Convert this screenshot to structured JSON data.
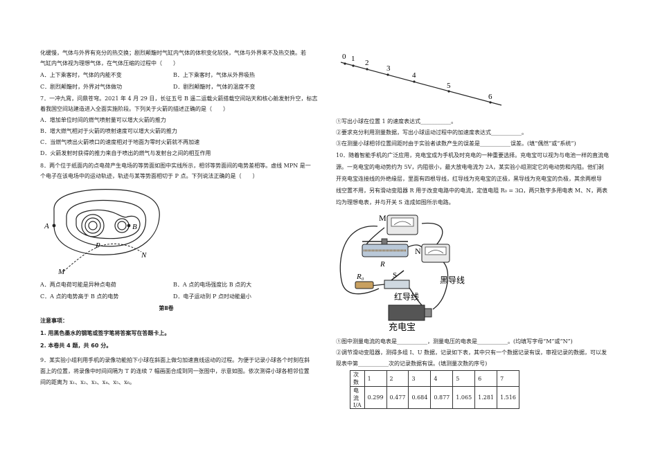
{
  "left": {
    "intro_lines": [
      "化缓慢，气体与外界有充分的热交换；剧烈颠簸时气缸内气体的体积变化较快，气体与外界来不及热交换。若",
      "气缸内气体视为理想气体，在气体压缩的过程中（　　）"
    ],
    "q6_options": [
      "A．上下乘客时，气体的内能不变",
      "B．上下乘客时，气体从外界吸热",
      "C．剧烈颠簸时，外界对气体做功",
      "D．剧烈颠簸时，气体的温度不变"
    ],
    "q7_lines": [
      "7．一冲九霄，问鼎苍穹。2021 年 4 月 29 日，长征五号 B 遥二运载火箭搭载空间站天和核心舱发射升空，标志",
      "着我国空间站建造进入全面实施阶段。下列关于火箭的描述正确的是（　　）"
    ],
    "q7_options": [
      "A．增加单位时间的燃气喷射量可以增大火箭的推力",
      "B．增大燃气相对于火箭的喷射速度可以增大火箭的推力",
      "C．当燃气喷出火箭喷口的速度相对于地面为零时火箭就不再加速",
      "D．火箭发射时获得的推力来自于喷出的燃气与发射台之间的相互作用"
    ],
    "q8_lines": [
      "8．两个位于纸面内的点电荷产生电场的等势面如图中实线所示，相邻等势面间的电势差相等。虚线 MPN 是一",
      "个电子在该电场中的运动轨迹，轨迹与某等势面相切于 P 点。下列说法正确的是（　　）"
    ],
    "q8_figure_labels": {
      "A": "A",
      "B": "B",
      "P": "P",
      "N": "N",
      "M": "M"
    },
    "q8_options": [
      "A．两点电荷可能是异种点电荷",
      "B．A 点的电场强度比 B 点的大",
      "C．A 点的电势高于 B 点的电势",
      "D．电子运动到 P 点时动能最小"
    ],
    "volume_title": "第Ⅱ卷",
    "notice_title": "注意事项：",
    "notices": [
      "1. 用黑色墨水的钢笔或签字笔将答案写在答题卡上。",
      "2. 本卷共 4 题，共 60 分。"
    ],
    "q9_lines": [
      "9．某实验小组利用手机的录像功能拍下小球在斜面上做匀加速直线运动的过程。为便于记录小球各个时刻在斜",
      "面上的位置，将录像中时间间隔为 T 的连续 7 幅画面合成到同一张图中，示意如图。依次测得小球各相邻位置",
      "间的距离为 x₁、x₂、x₃、x₄、x₅、x₆。"
    ]
  },
  "right": {
    "q9_figure_labels": [
      "0",
      "1",
      "2",
      "3",
      "4",
      "5",
      "6"
    ],
    "q9_subs": [
      "①写出小球在位置 1 的速度表达式___________。",
      "②要求充分利用测量数据，写出小球运动过程中的加速度表达式___________。",
      "③在测量小球相邻位置间距时由于实验者读数产生的误差是___________误差。(填“偶然”或“系统”)"
    ],
    "q10_lines": [
      "10．随着智能手机的广泛应用，充电宝成为手机及时充电的一种重要选择。充电宝可以视为与电池一样的直流电",
      "源。一充电宝的电动势约为 5V，内阻很小，最大放电电流为 2A，某实验小组测定它的电动势和内阻。他们剥",
      "开充电宝连接线的外绝缘层，里面有四根导线，红导线为充电宝的正极，黑导线为充电宝的负极，其余两根导",
      "线空置不用，另有滑动变阻器 R 用于改变电路中的电流，定值电阻 R₀ = 3Ω，两只数字多用电表 M、N，两表",
      "均为理想电表，并与开关 S 连成如图所示电路。"
    ],
    "q10_figure_labels": {
      "M": "M",
      "N": "N",
      "R": "R",
      "R0": "R₀",
      "S": "S",
      "black_wire": "黑导线",
      "red_wire": "红导线",
      "power_bank": "充电宝"
    },
    "q10_subs": [
      "①图中测量电流的电表是___________，测量电压的电表是___________。(均填写字母“M”或“N”)",
      "②调节滑动变阻器，测得多组 I、U 数据，记录如下表，其中只有一个数据记录有误，审视记录的数据，可以发",
      "现表中第___________次的记录数据有误。(填测量次数的序号)"
    ],
    "table": {
      "row_headers": [
        "次数",
        "电流 I/A"
      ],
      "counts": [
        "1",
        "2",
        "3",
        "4",
        "5",
        "6",
        "7"
      ],
      "currents": [
        "0.299",
        "0.477",
        "0.684",
        "0.877",
        "1.065",
        "1.281",
        "1.516"
      ]
    }
  }
}
